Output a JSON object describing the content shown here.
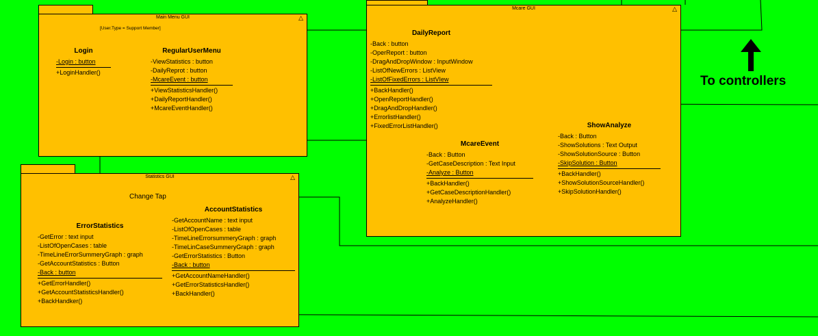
{
  "diagram": {
    "packages": [
      {
        "id": "main-menu",
        "title": "Main Menu GUI"
      },
      {
        "id": "statistics",
        "title": "Statistics GUI"
      },
      {
        "id": "mcare",
        "title": "Mcare GUI"
      }
    ],
    "classes": [
      {
        "id": "login",
        "name": "Login",
        "attributes": [
          "-Login : button"
        ],
        "operations": [
          "+LoginHandler()"
        ]
      },
      {
        "id": "regular-user-menu",
        "name": "RegularUserMenu",
        "attributes": [
          "-ViewStatistics : button",
          "-DailyReprot : button",
          "-McareEvent : button"
        ],
        "operations": [
          "+ViewStatisticsHandler()",
          "+DailyReportHandler()",
          "+McareEventHandler()"
        ]
      },
      {
        "id": "daily-report",
        "name": "DailyReport",
        "attributes": [
          "-Back : button",
          "-OperReport : button",
          "-DragAndDropWindow : InputWindow",
          "-ListOfNewErrors : ListView",
          "-ListOfFixedErrors : ListVIew"
        ],
        "operations": [
          "+BackHandler()",
          "+OpenReportHandler()",
          "+DragAndDropHandler()",
          "+ErrorlistHandler()",
          "+FixedErrorListHandler()"
        ]
      },
      {
        "id": "mcare-event",
        "name": "McareEvent",
        "attributes": [
          "-Back : Button",
          "-GetCaseDescription : Text Input",
          "-Analyze : Button"
        ],
        "operations": [
          "+BackHandler()",
          "+GetCaseDescriptionHandler()",
          "+AnalyzeHandler()"
        ]
      },
      {
        "id": "show-analyze",
        "name": "ShowAnalyze",
        "attributes": [
          "-Back : Button",
          "-ShowSolutions : Text Output",
          "-ShowSolutionSource : Button",
          "-SkipSolution : Button"
        ],
        "operations": [
          "+BackHandler()",
          "+ShowSolutionSourceHandler()",
          "+SkipSolutionHandler()"
        ]
      },
      {
        "id": "error-statistics",
        "name": "ErrorStatistics",
        "attributes": [
          "-GetError : text input",
          "-ListOfOpenCases : table",
          "-TimeLineErrorSummeryGraph : graph",
          "-GetAccountStatistics : Button",
          "-Back : button"
        ],
        "operations": [
          "+GetErrorHandler()",
          "+GetAccountStatisticsHandler()",
          "+BackHandker()"
        ]
      },
      {
        "id": "account-statistics",
        "name": "AccountStatistics",
        "attributes": [
          "-GetAccountName : text input",
          "-ListOfOpenCases : table",
          "-TimeLineErrorsummeryGraph : graph",
          "-TimeLinCaseSummeryGraph : graph",
          "-GetErrorStatistics : Button",
          "-Back : button"
        ],
        "operations": [
          "+GetAccountNameHandler()",
          "+GetErrorStatisticsHandler()",
          "+BackHandler()"
        ]
      }
    ],
    "edge_labels": [
      {
        "id": "guard",
        "text": "[User.Type = Support Member]"
      },
      {
        "id": "change-tap",
        "text": "Change Tap"
      }
    ],
    "annotation": "To controllers",
    "colors": {
      "background": "#00ff00",
      "package": "#ffc000",
      "boundary": "#87cefa"
    }
  }
}
